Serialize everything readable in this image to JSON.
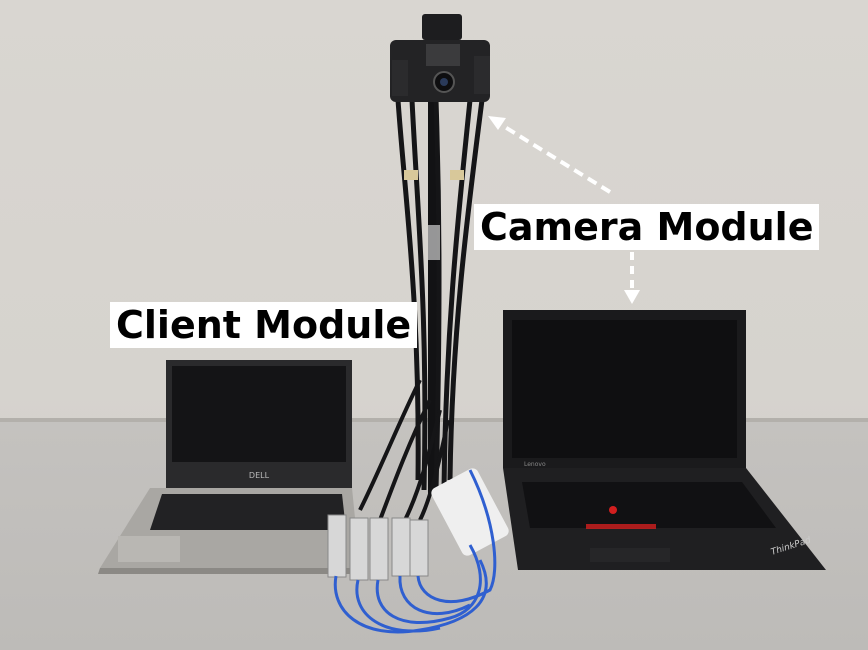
{
  "labels": {
    "camera_module": "Camera Module",
    "client_module": "Client Module"
  },
  "laptops": {
    "left_brand": "DELL",
    "right_brand": "ThinkPad",
    "right_bezel_brand": "Lenovo"
  },
  "colors": {
    "wall": "#d9d6d1",
    "table": "#c4c2bf",
    "label_bg": "#ffffff",
    "cable_blue": "#2f5fd0",
    "laptop_dark": "#1c1c1e",
    "arrow": "#ffffff"
  }
}
